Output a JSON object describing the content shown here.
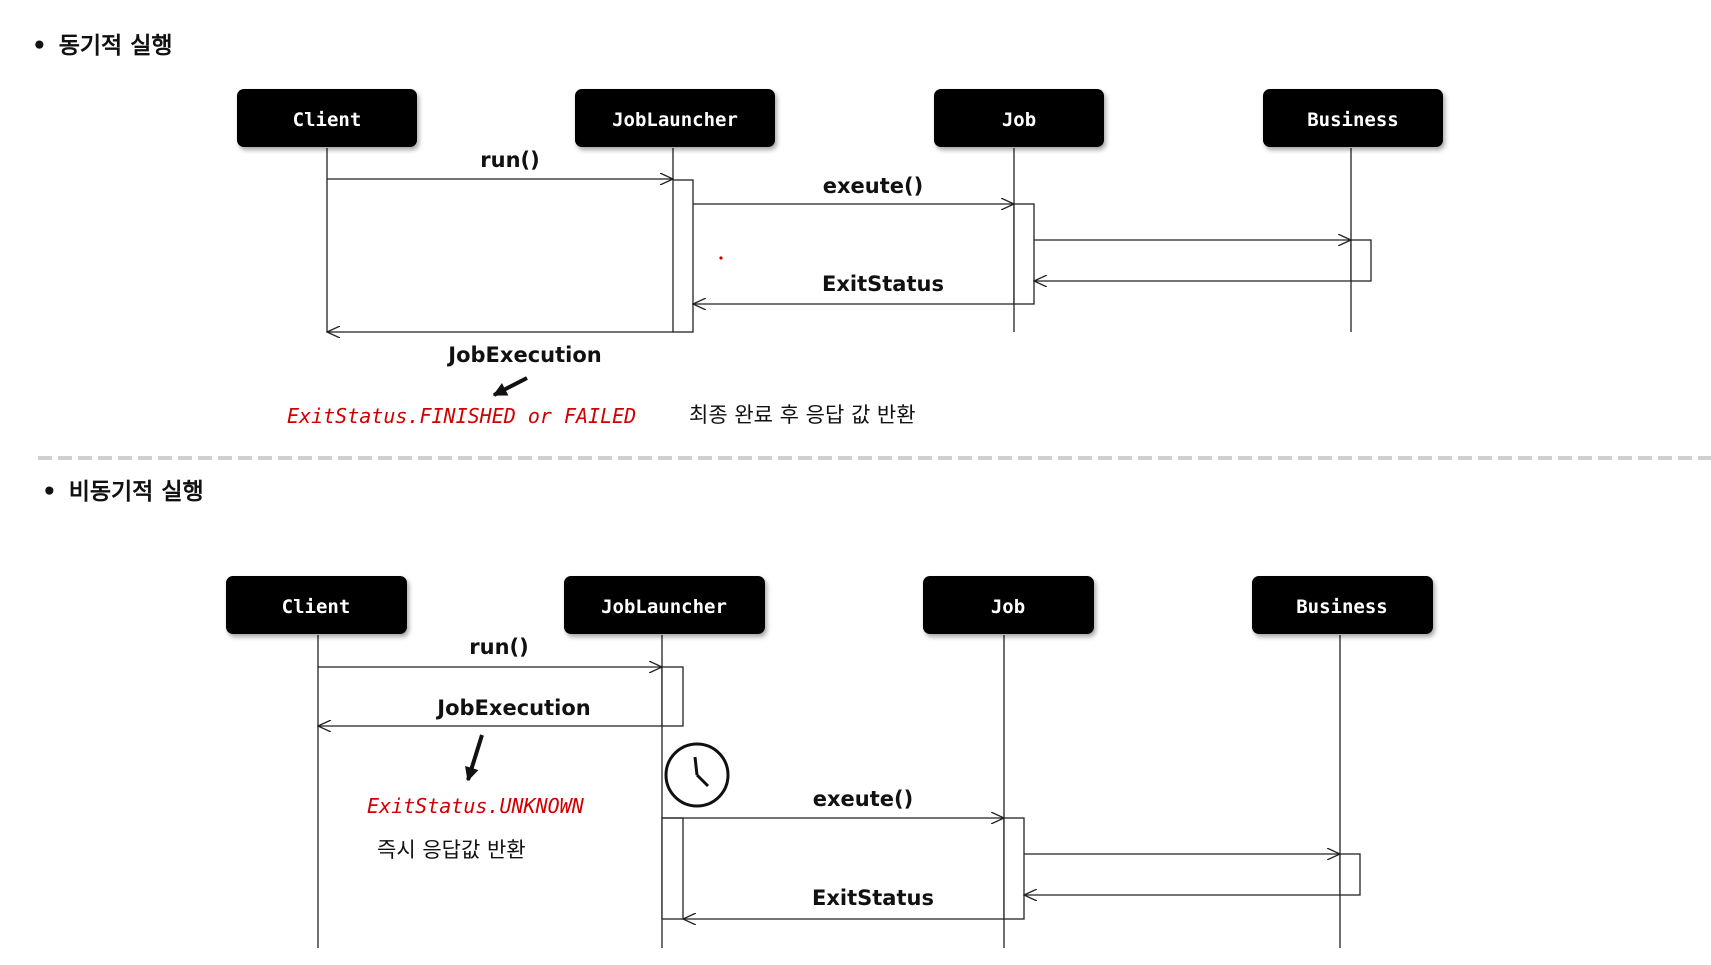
{
  "sync_section": {
    "bullet": "•",
    "title": "동기적 실행",
    "participants": [
      "Client",
      "JobLauncher",
      "Job",
      "Business"
    ],
    "msg_run": "run()",
    "msg_execute": "exeute()",
    "msg_exitstatus": "ExitStatus",
    "msg_jobexecution": "JobExecution",
    "result_status": "ExitStatus.FINISHED or FAILED",
    "result_note": "최종 완료 후 응답 값 반환"
  },
  "async_section": {
    "bullet": "•",
    "title": "비동기적 실행",
    "participants": [
      "Client",
      "JobLauncher",
      "Job",
      "Business"
    ],
    "msg_run": "run()",
    "msg_jobexecution": "JobExecution",
    "msg_execute": "exeute()",
    "msg_exitstatus": "ExitStatus",
    "result_status": "ExitStatus.UNKNOWN",
    "result_note": "즉시 응답값 반환",
    "clock_icon": "clock-icon"
  },
  "colors": {
    "box": "#000000",
    "box_text": "#ffffff",
    "highlight": "#d10000",
    "divider": "#cfcfcf"
  }
}
